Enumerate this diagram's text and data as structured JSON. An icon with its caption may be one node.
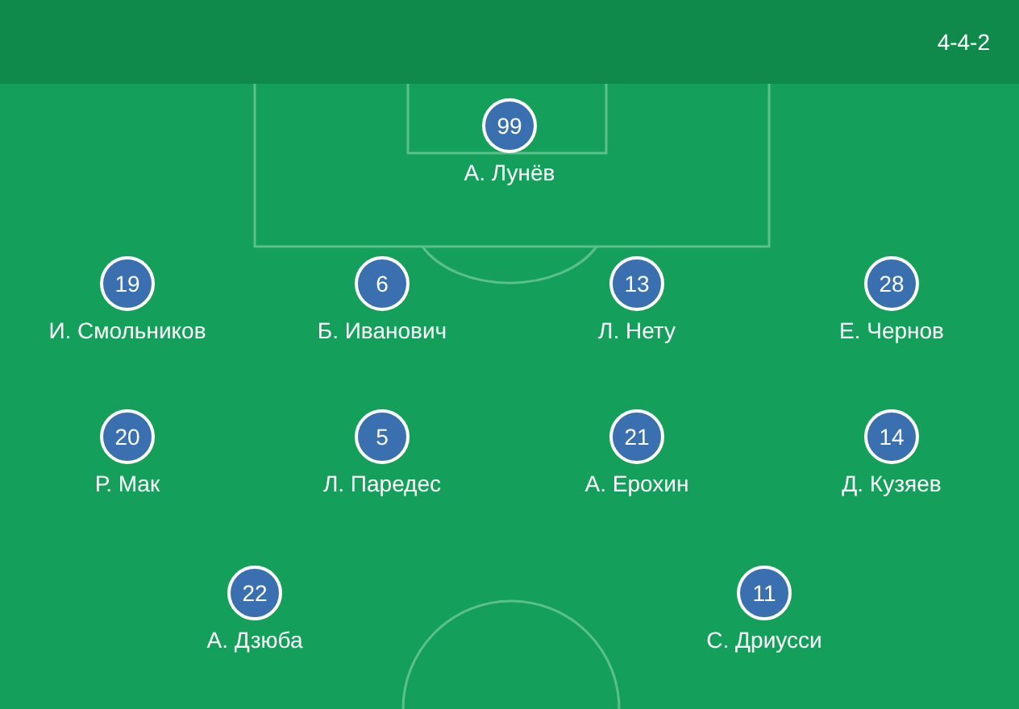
{
  "diagram": {
    "nodes": [
      {
        "text": [
          "99",
          "А. Лунёв"
        ]
      },
      {
        "text": [
          "19",
          "И. Смольников"
        ]
      },
      {
        "text": [
          "6",
          "Б. Иванович"
        ]
      },
      {
        "text": [
          "13",
          "Л. Нету"
        ]
      },
      {
        "text": [
          "28",
          "Е. Чернов"
        ]
      },
      {
        "text": [
          "20",
          "Р. Мак"
        ]
      },
      {
        "text": [
          "5",
          "Л. Паредес"
        ]
      },
      {
        "text": [
          "21",
          "А. Ерохин"
        ]
      },
      {
        "text": [
          "14",
          "Д. Кузяев"
        ]
      },
      {
        "text": [
          "22",
          "А. Дзюба"
        ]
      },
      {
        "text": [
          "11",
          "С. Дриусси"
        ]
      }
    ],
    "edges": [],
    "labels": [
      "4-4-2"
    ]
  }
}
